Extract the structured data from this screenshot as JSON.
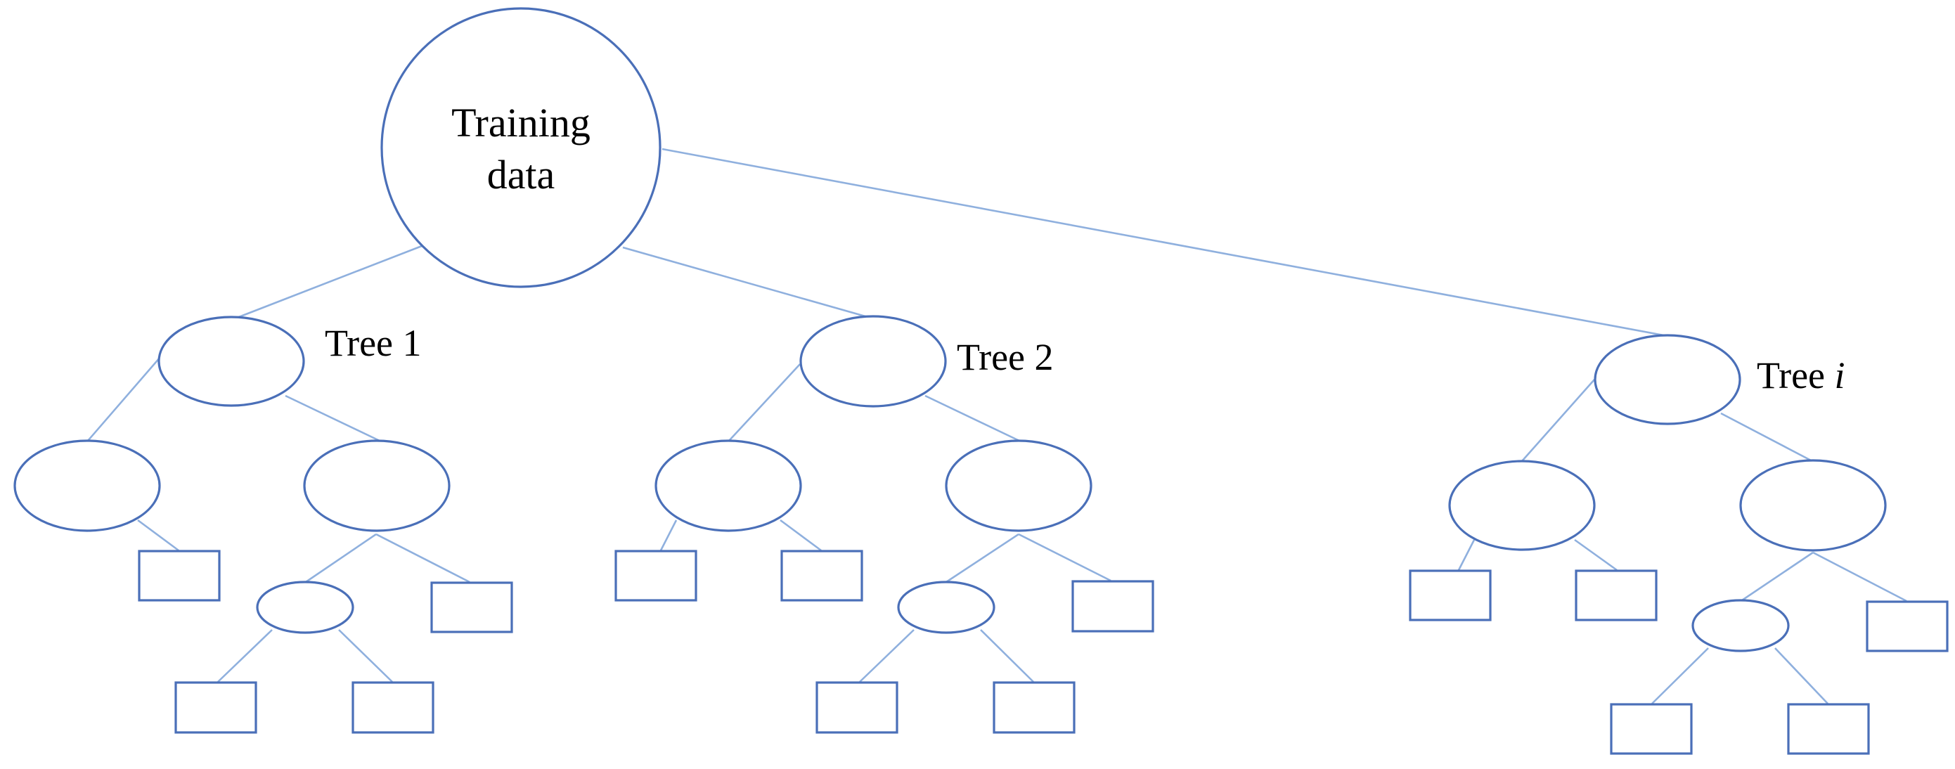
{
  "root": {
    "line1": "Training",
    "line2": "data"
  },
  "trees": [
    {
      "label": "Tree 1"
    },
    {
      "label": "Tree 2"
    },
    {
      "label_prefix": "Tree ",
      "label_italic": "i"
    }
  ],
  "colors": {
    "node_stroke": "#4a6fb8",
    "edge_stroke": "#8fb0de",
    "text": "#000000",
    "background": "#ffffff"
  }
}
